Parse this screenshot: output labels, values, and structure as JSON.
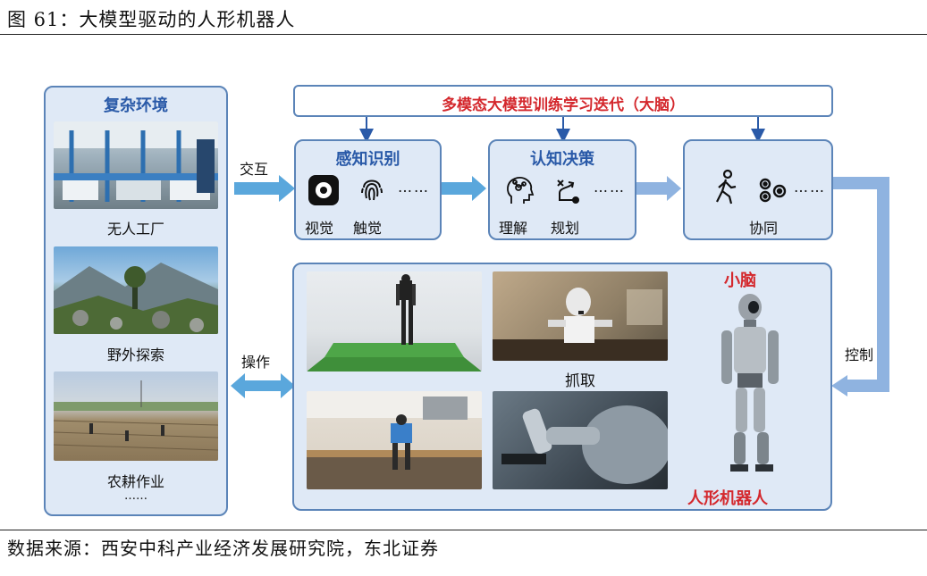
{
  "figure_title": "图 61：大模型驱动的人形机器人",
  "source": "数据来源：西安中科产业经济发展研究院，东北证券",
  "left_panel": {
    "title": "复杂环境",
    "items": [
      "无人工厂",
      "野外探索",
      "农耕作业"
    ],
    "ellipsis": "……"
  },
  "top_bar": {
    "title": "多模态大模型训练学习迭代（大脑）"
  },
  "modules": {
    "perception": {
      "title": "感知识别",
      "labels": [
        "视觉",
        "触觉"
      ],
      "dots": "……",
      "icons": [
        "camera-icon",
        "fingerprint-icon"
      ]
    },
    "cognition": {
      "title": "认知决策",
      "labels": [
        "理解",
        "规划"
      ],
      "dots": "……",
      "icons": [
        "brain-head-icon",
        "route-icon"
      ]
    },
    "collab": {
      "label": "协同",
      "dots": "……",
      "icons": [
        "walking-person-icon",
        "gears-icon"
      ]
    }
  },
  "arrows": {
    "interact": "交互",
    "operate": "操作",
    "control": "控制"
  },
  "bottom_panel": {
    "grab": "抓取",
    "cerebellum": "小脑",
    "humanoid": "人形机器人"
  },
  "colors": {
    "title_blue": "#2a5aa8",
    "red": "#d4282d",
    "panel_bg": "#dfe9f6",
    "arrow": "#5aa7dc"
  }
}
